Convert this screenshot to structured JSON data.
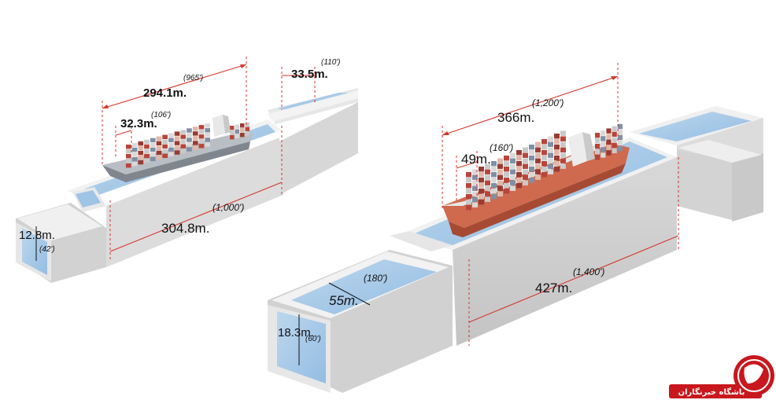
{
  "old_lock": {
    "ship_length": {
      "value": "294.1m.",
      "imperial": "(965')"
    },
    "ship_beam": {
      "value": "32.3m.",
      "imperial": "(106')"
    },
    "chamber_width": {
      "value": "33.5m.",
      "imperial": "(110')"
    },
    "chamber_length": {
      "value": "304.8m.",
      "imperial": "(1,000')"
    },
    "chamber_depth": {
      "value": "12.8m.",
      "imperial": "(42')"
    }
  },
  "new_lock": {
    "ship_length": {
      "value": "366m.",
      "imperial": "(1,200')"
    },
    "ship_beam": {
      "value": "49m.",
      "imperial": "(160')"
    },
    "chamber_width": {
      "value": "55m.",
      "imperial": "(180')"
    },
    "chamber_length": {
      "value": "427m.",
      "imperial": "(1,400')"
    },
    "chamber_depth": {
      "value": "18.3m.",
      "imperial": "(60')"
    }
  },
  "brand": {
    "label": "باشگاه خبرنگاران"
  },
  "colors": {
    "water": "#a9cbe8",
    "water_dark": "#8eb5db",
    "concrete_top": "#f4f4f4",
    "concrete_side": "#dadada",
    "concrete_front": "#cfcfcf",
    "dimension_line": "#d6362b",
    "old_ship_hull": "#b7bcc2",
    "new_ship_hull": "#d5745a",
    "brand_red": "#c8171d"
  }
}
